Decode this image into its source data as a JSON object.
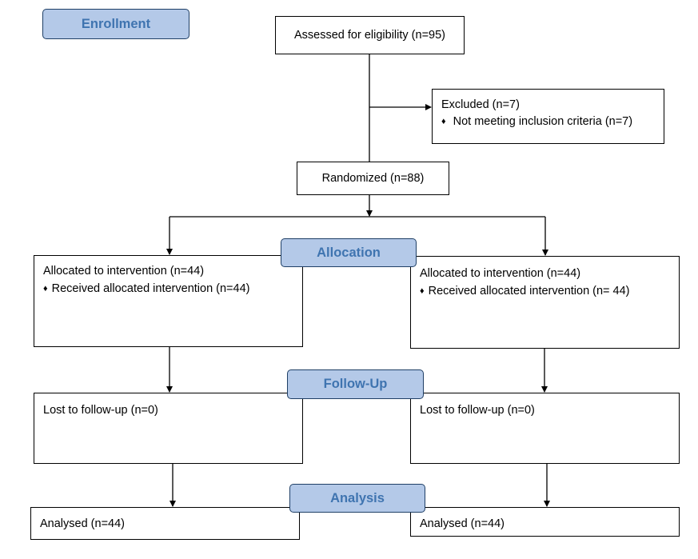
{
  "stages": {
    "enrollment": "Enrollment",
    "allocation": "Allocation",
    "followup": "Follow-Up",
    "analysis": "Analysis"
  },
  "assessed": "Assessed for eligibility (n=95)",
  "excluded": {
    "title": "Excluded (n=7)",
    "reason": "Not meeting inclusion criteria (n=7)"
  },
  "randomized": "Randomized (n=88)",
  "left_arm": {
    "allocated": "Allocated to intervention (n=44)",
    "received": "Received allocated intervention (n=44)",
    "lost": "Lost to follow-up (n=0)",
    "analysed": "Analysed (n=44)"
  },
  "right_arm": {
    "allocated": "Allocated to intervention (n=44)",
    "received": "Received allocated intervention (n= 44)",
    "lost": "Lost to follow-up (n=0)",
    "analysed": "Analysed (n=44)"
  },
  "bullet_symbol": "♦"
}
